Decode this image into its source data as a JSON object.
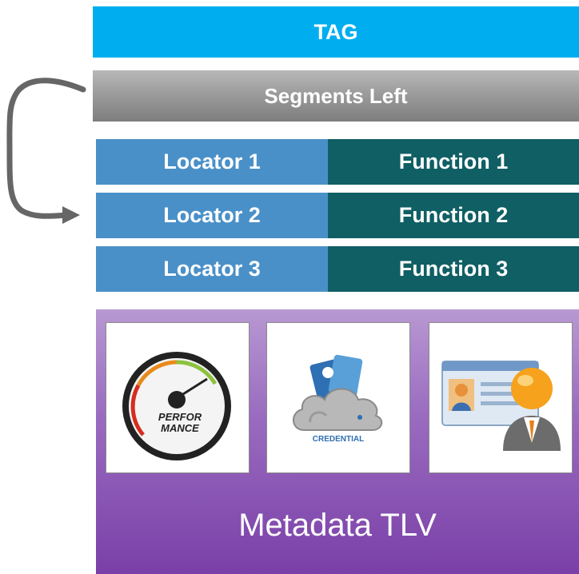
{
  "tag": "TAG",
  "segments_left": "Segments Left",
  "rows": [
    {
      "locator": "Locator 1",
      "function": "Function 1"
    },
    {
      "locator": "Locator 2",
      "function": "Function 2"
    },
    {
      "locator": "Locator 3",
      "function": "Function 3"
    }
  ],
  "metadata": {
    "label": "Metadata TLV",
    "cards": [
      {
        "icon": "performance-gauge-icon",
        "text_line1": "PERFOR",
        "text_line2": "MANCE"
      },
      {
        "icon": "credential-cloud-icon",
        "text": "CREDENTIAL"
      },
      {
        "icon": "user-id-card-icon"
      }
    ]
  },
  "colors": {
    "tag": "#00aeef",
    "segments_left": "#9c9c9c",
    "locator": "#4a90c8",
    "function": "#0f5f64",
    "metadata": "#8a55b8",
    "arrow": "#666666"
  }
}
